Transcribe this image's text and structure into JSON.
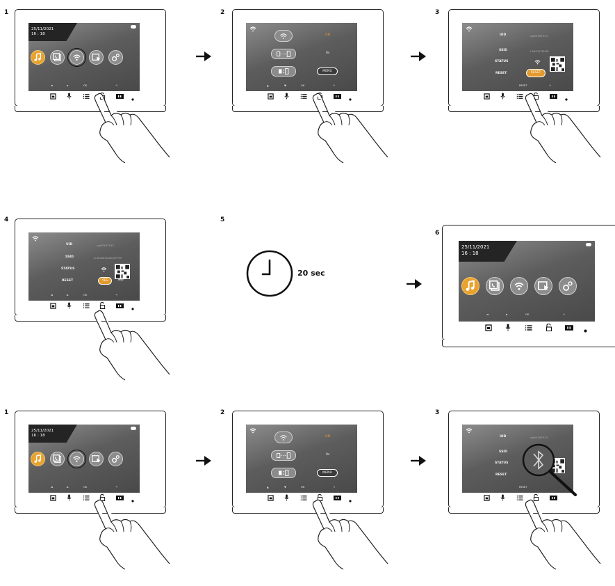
{
  "steps": {
    "r1s1": "1",
    "r1s2": "2",
    "r1s3": "3",
    "r2s4": "4",
    "r2s5": "5",
    "r2s6": "6",
    "r3s1": "1",
    "r3s2": "2",
    "r3s3": "3"
  },
  "home": {
    "date": "25/11/2021",
    "time": "16 : 18",
    "nav_left": "◄",
    "nav_right": "►",
    "nav_ok": "OK",
    "nav_back": "↰"
  },
  "wifi_menu": {
    "on": "ON",
    "zero_s": "0s",
    "menu": "MENU"
  },
  "info": {
    "uid_label": "UID",
    "ssid_label": "SSID",
    "status_label": "STATUS",
    "reset_label": "RESET",
    "uid_value": "cgl05167913",
    "ssid_value": "L0D0747M0W",
    "ssid_value_b": "androidmodeled??39",
    "reset_btn": "RESET",
    "yes": "YES",
    "no": "NO"
  },
  "timer": {
    "label": "20 sec"
  },
  "colors": {
    "accent": "#e39a2c",
    "screen_dark": "#3b3b3b",
    "frame": "#222222"
  },
  "icons": [
    "music-icon",
    "intercom-icon",
    "wifi-icon",
    "gallery-icon",
    "settings-icon"
  ]
}
